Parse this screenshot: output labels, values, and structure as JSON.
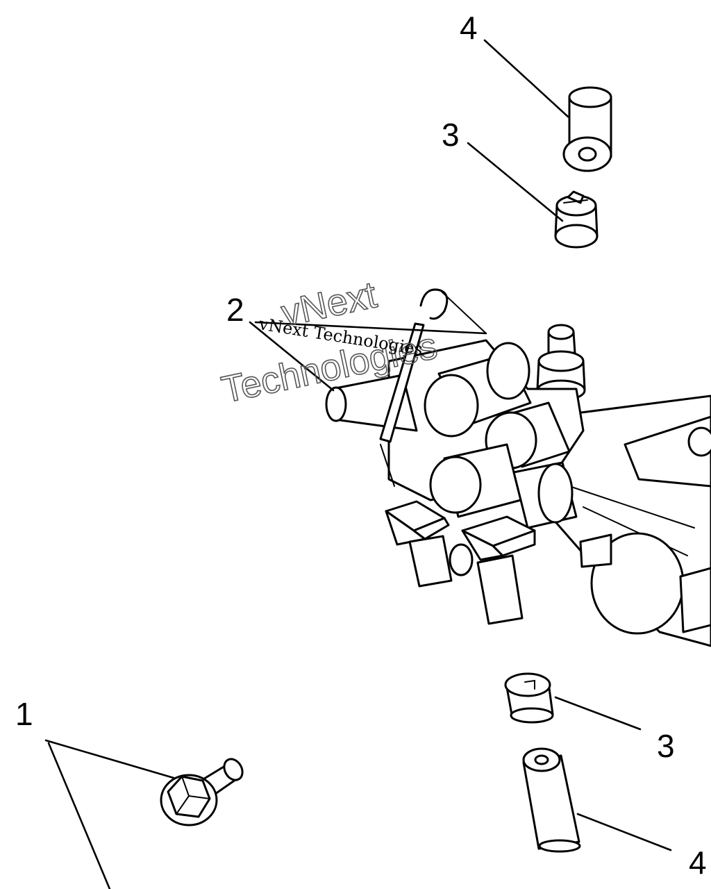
{
  "callouts": {
    "bolt": "1",
    "valve_body": "2",
    "ring_top": "3",
    "ring_bottom": "3",
    "sleeve_top": "4",
    "sleeve_bottom": "4"
  },
  "watermark": {
    "line_serif": "vNext Technologies",
    "outline_line1": "vNext",
    "outline_line2": "Technologies"
  }
}
